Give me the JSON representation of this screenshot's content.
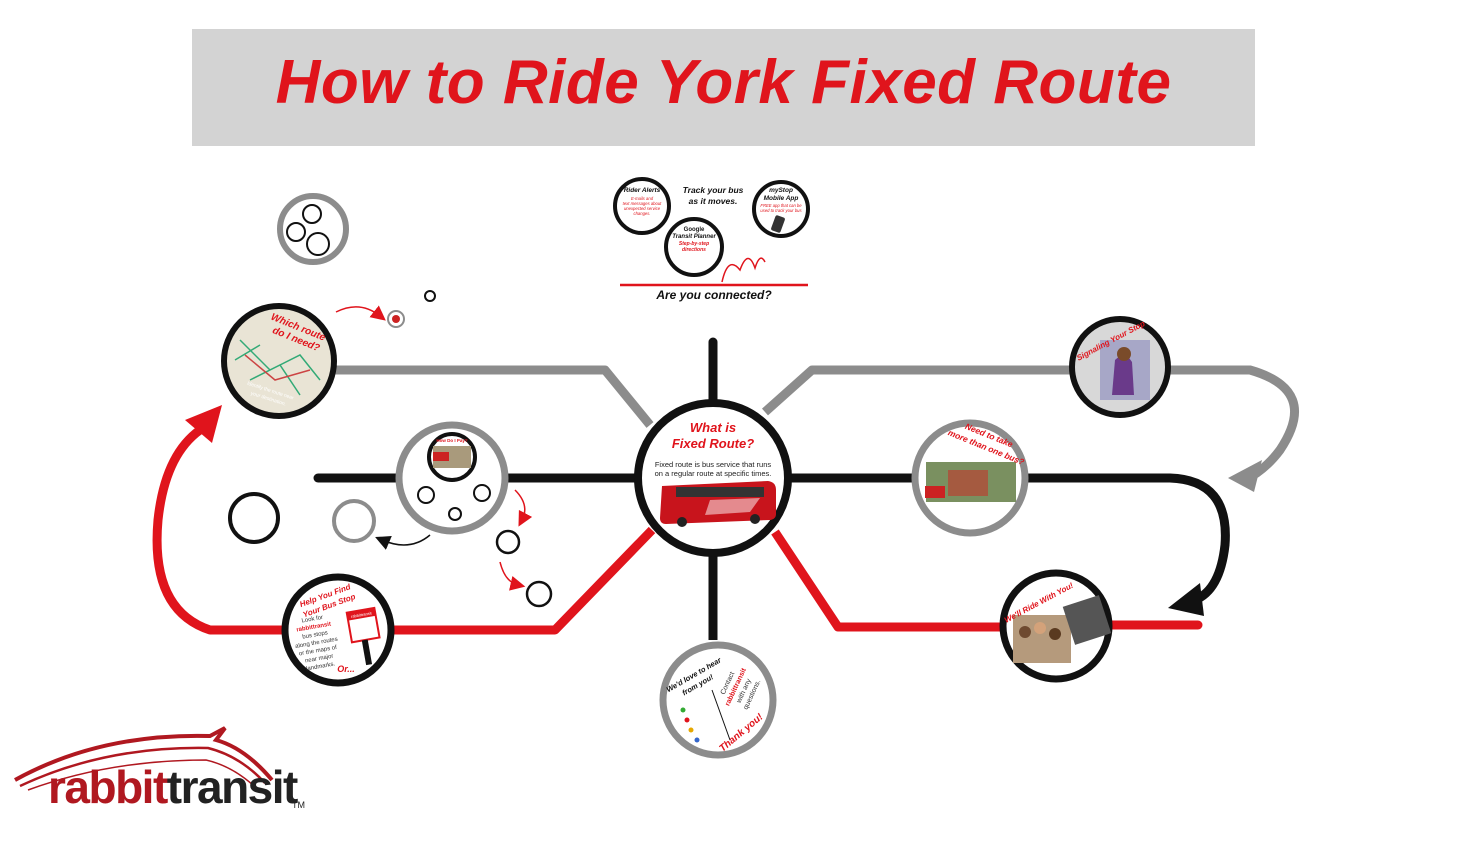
{
  "title": "How to Ride York Fixed Route",
  "colors": {
    "accent": "#e0141c",
    "line_black": "#111111",
    "line_gray": "#8c8c8c",
    "banner": "#d3d3d3"
  },
  "center": {
    "heading_line1": "What is",
    "heading_line2": "Fixed Route?",
    "body_line1": "Fixed route is bus service that runs",
    "body_line2": "on a regular route at specific times."
  },
  "connected": {
    "rider_alerts": "Rider Alerts",
    "rider_alerts_line1": "E-mails and",
    "rider_alerts_line2": "text messages about",
    "rider_alerts_line3": "unexpected service",
    "rider_alerts_line4": "changes.",
    "track": "Track your bus",
    "track2": "as it moves.",
    "mystop": "myStop",
    "mystop2": "Mobile App",
    "mystop_line1": "FREE app that can be",
    "mystop_line2": "used to track your bus",
    "google": "Google",
    "google2": "Transit Planner",
    "google_line1": "Step-by-step",
    "google_line2": "directions",
    "caption": "Are you connected?"
  },
  "which_route": {
    "heading_line1": "Which route",
    "heading_line2": "do I need?",
    "caption_line1": "Identify the route near",
    "caption_line2": "your destination."
  },
  "bus_stop": {
    "heading_line1": "Help You Find",
    "heading_line2": "Your Bus Stop",
    "body": [
      "Look for",
      "rabbittransit",
      "bus stops",
      "along the routes",
      "or the maps of",
      "near major",
      "landmarks."
    ],
    "or": "Or...",
    "sign": "rabbittransit"
  },
  "pay_ride": {
    "label": "How Do I Pay?"
  },
  "signaling": {
    "heading": "Signaling Your Stop"
  },
  "transfer": {
    "heading_line1": "Need to take",
    "heading_line2": "more than one bus?"
  },
  "ride_with_you": {
    "heading": "We'll Ride With You!"
  },
  "contact": {
    "heading_line1": "We'd love to hear",
    "heading_line2": "from you!",
    "body": [
      "Contact",
      "rabbittransit",
      "with any",
      "questions."
    ],
    "thanks": "Thank you!"
  },
  "logo": {
    "part1": "rabbit",
    "part2": "transit",
    "tm": "TM"
  }
}
